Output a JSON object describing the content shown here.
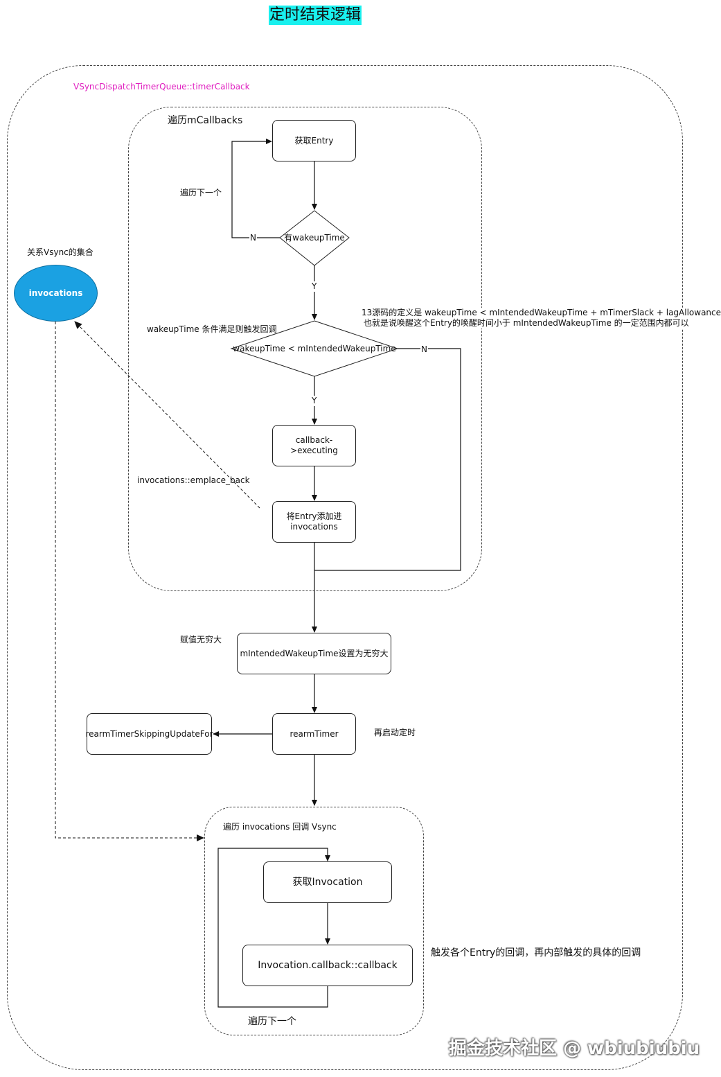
{
  "title": "定时结束逻辑",
  "regions": {
    "outer": "VSyncDispatchTimerQueue::timerCallback",
    "loop_callbacks": "遍历mCallbacks",
    "loop_invocations": "遍历 invocations 回调 Vsync"
  },
  "nodes": {
    "get_entry": "获取Entry",
    "has_wakeup": "有wakeupTime",
    "wakeup_cmp": "wakeupTime < mIntendedWakeupTime",
    "executing": "callback->executing",
    "add_entry_line1": "将Entry添加进",
    "add_entry_line2": "invocations",
    "set_infinite": "mIntendedWakeupTime设置为无穷大",
    "rearm_timer": "rearmTimer",
    "rearm_skipping": "rearmTimerSkippingUpdateFor",
    "get_invocation": "获取Invocation",
    "invocation_callback": "Invocation.callback::callback",
    "invocations_ellipse": "invocations"
  },
  "labels": {
    "next_one": "遍历下一个",
    "edge_n1": "N",
    "edge_y1": "Y",
    "edge_y2": "Y",
    "edge_n2": "N",
    "vsync_set": "关系Vsync的集合",
    "condition_note": "wakeupTime  条件满足则触发回调",
    "source_note_line1": "13源码的定义是 wakeupTime < mIntendedWakeupTime + mTimerSlack + lagAllowance",
    "source_note_line2": "也就是说唤醒这个Entry的唤醒时间小于  mIntendedWakeupTime  的一定范围内都可以",
    "emplace_back": "invocations::emplace_back",
    "assign_infinite": "赋值无穷大",
    "restart_timer": "再启动定时",
    "trigger_note": "触发各个Entry的回调，再内部触发的具体的回调",
    "next_one_bottom": "遍历下一个"
  },
  "watermark": "掘金技术社区 @ wbiubiubiu",
  "colors": {
    "title_highlight": "#19f0ee",
    "outer_label": "#e020c0",
    "ellipse_fill": "#1ba1e2"
  }
}
